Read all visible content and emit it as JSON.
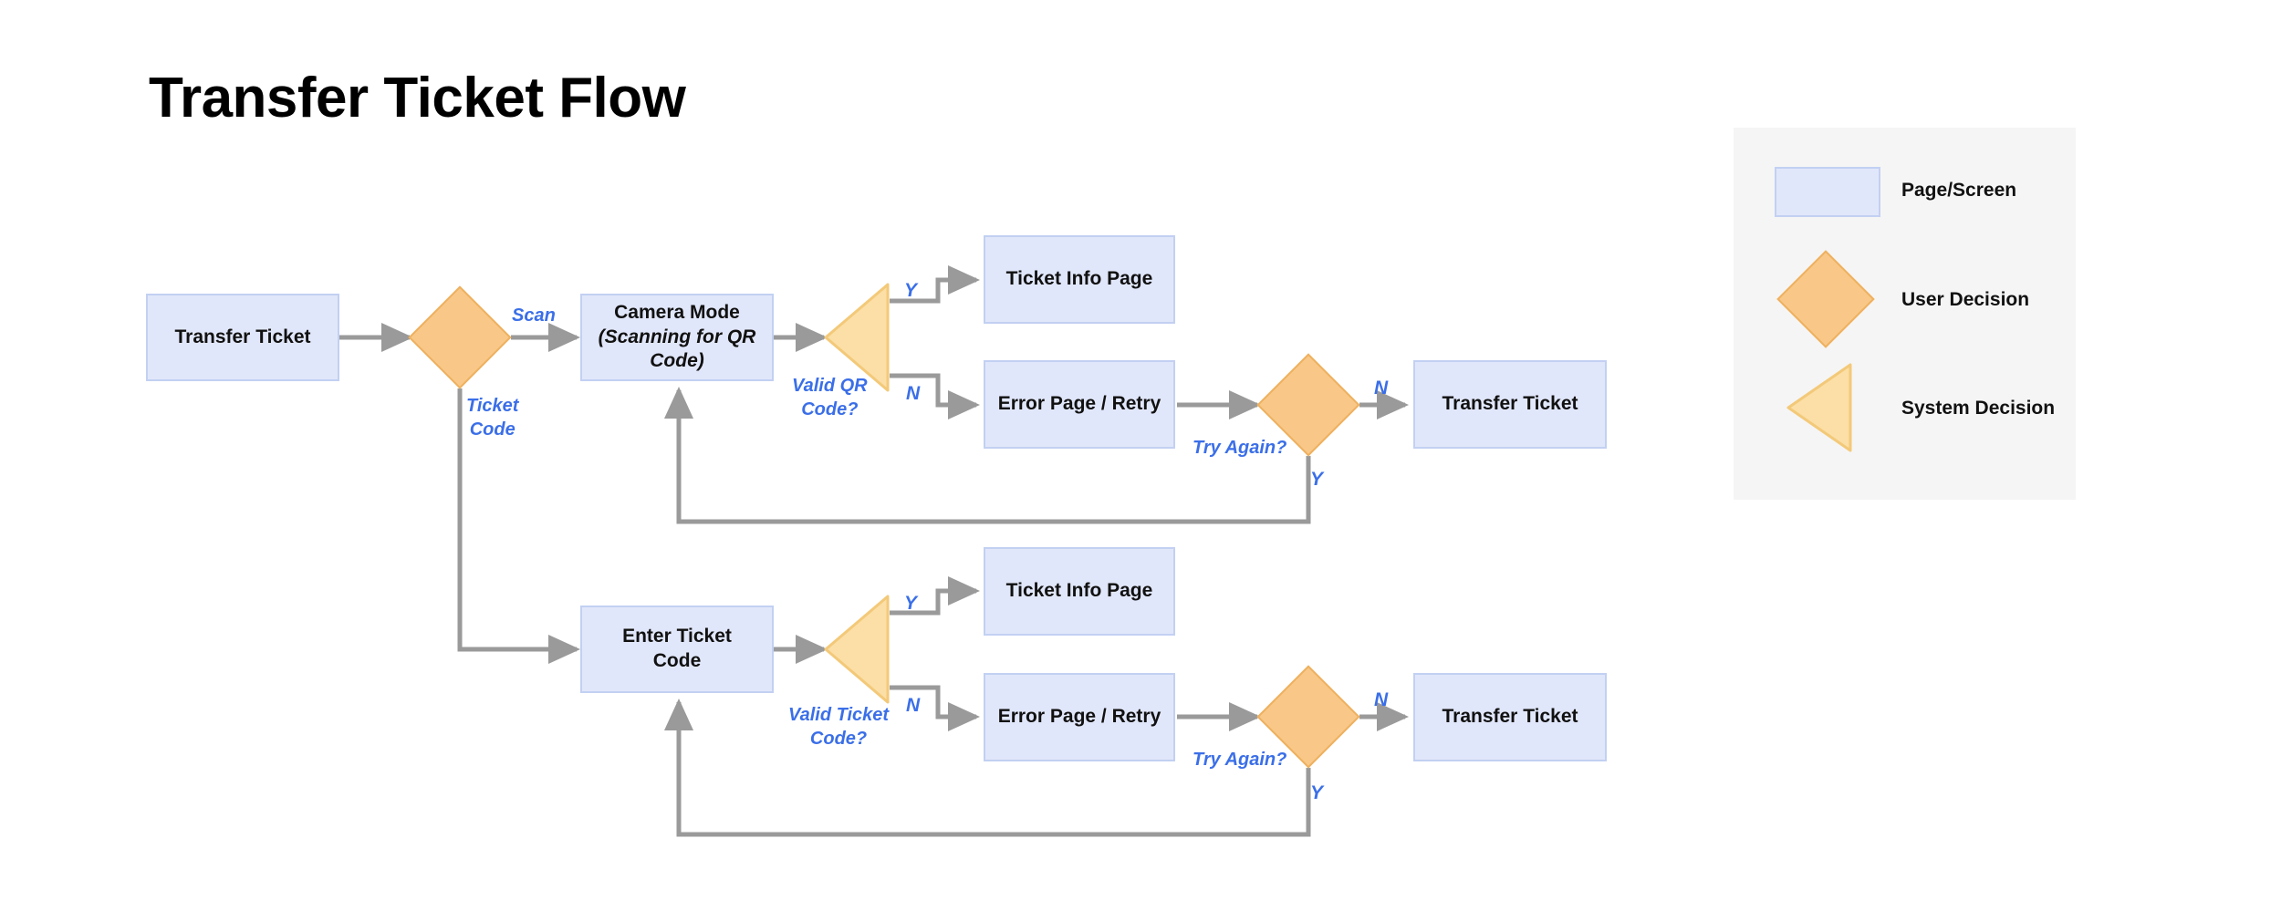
{
  "title": "Transfer Ticket Flow",
  "colors": {
    "page_fill": "#e1e7fa",
    "page_stroke": "#c2d0f2",
    "user_decision_fill": "#f9c888",
    "user_decision_stroke": "#eeb160",
    "system_decision_fill": "#fbdfa6",
    "system_decision_stroke": "#f3c979",
    "edge_line": "#9a9a9a",
    "edge_label": "#3b6fe8",
    "legend_bg": "#f5f5f5",
    "text": "#111111"
  },
  "nodes": {
    "start_transfer_ticket": {
      "label": "Transfer Ticket"
    },
    "entry_decision": {
      "label": ""
    },
    "camera_mode": {
      "line1": "Camera Mode",
      "line2": "(Scanning for QR Code)"
    },
    "valid_qr_decision": {
      "label": "Valid QR\nCode?"
    },
    "ticket_info_page_top": {
      "label": "Ticket Info Page"
    },
    "error_page_retry_top": {
      "label": "Error Page / Retry"
    },
    "try_again_top": {
      "label": "Try Again?"
    },
    "transfer_ticket_end_top": {
      "label": "Transfer Ticket"
    },
    "enter_ticket_code": {
      "line1": "Enter Ticket",
      "line2": "Code"
    },
    "valid_ticket_decision": {
      "label": "Valid Ticket\nCode?"
    },
    "ticket_info_page_bottom": {
      "label": "Ticket Info Page"
    },
    "error_page_retry_bottom": {
      "label": "Error Page / Retry"
    },
    "try_again_bottom": {
      "label": "Try Again?"
    },
    "transfer_ticket_end_bottom": {
      "label": "Transfer Ticket"
    }
  },
  "edge_labels": {
    "scan": "Scan",
    "ticket_code": "Ticket\nCode",
    "valid_qr_code": "Valid QR\nCode?",
    "valid_ticket_code": "Valid Ticket\nCode?",
    "qr_yes": "Y",
    "qr_no": "N",
    "try_again_top_no": "N",
    "try_again_top_yes": "Y",
    "ticket_yes": "Y",
    "ticket_no": "N",
    "try_again_bottom_no": "N",
    "try_again_bottom_yes": "Y"
  },
  "legend": {
    "items": [
      {
        "shape": "rectangle",
        "label": "Page/Screen"
      },
      {
        "shape": "diamond",
        "label": "User Decision"
      },
      {
        "shape": "triangle-left",
        "label": "System Decision"
      }
    ]
  }
}
